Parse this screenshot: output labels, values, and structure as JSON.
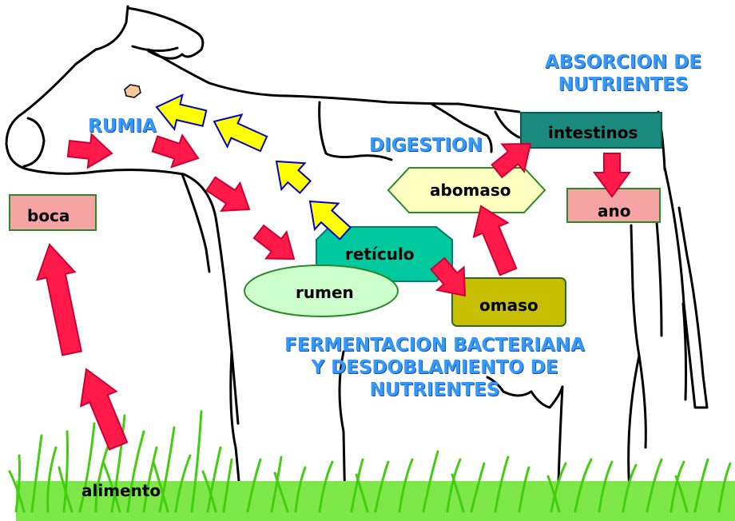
{
  "labels": {
    "boca": "boca",
    "alimento": "alimento",
    "rumia": "RUMIA",
    "reticulo": "retículo",
    "rumen": "rumen",
    "omaso": "omaso",
    "abomaso": "abomaso",
    "intestinos": "intestinos",
    "ano": "ano",
    "digestion": "DIGESTION",
    "absorcion": [
      "ABSORCION DE",
      "NUTRIENTES"
    ],
    "fermentacion": [
      "FERMENTACION BACTERIANA",
      "Y DESDOBLAMIENTO DE",
      "NUTRIENTES"
    ]
  },
  "colors": {
    "box_pink": "#f5a3a3",
    "box_teal": "#00c9a0",
    "box_teal_dark": "#007a6e",
    "box_olive": "#c6c000",
    "box_yellow": "#ffffc0",
    "box_lightgreen": "#ccffcc",
    "arrow_red": "#ff1a4a",
    "arrow_yellow": "#ffff00",
    "arrow_outline_blue": "#0000cc",
    "text_blue": "#3399ff",
    "grass": "#55dd22"
  },
  "icons": {
    "flow_arrow": "red-arrow-icon",
    "rumination_arrow": "yellow-arrow-icon",
    "background": "cow-outline"
  }
}
